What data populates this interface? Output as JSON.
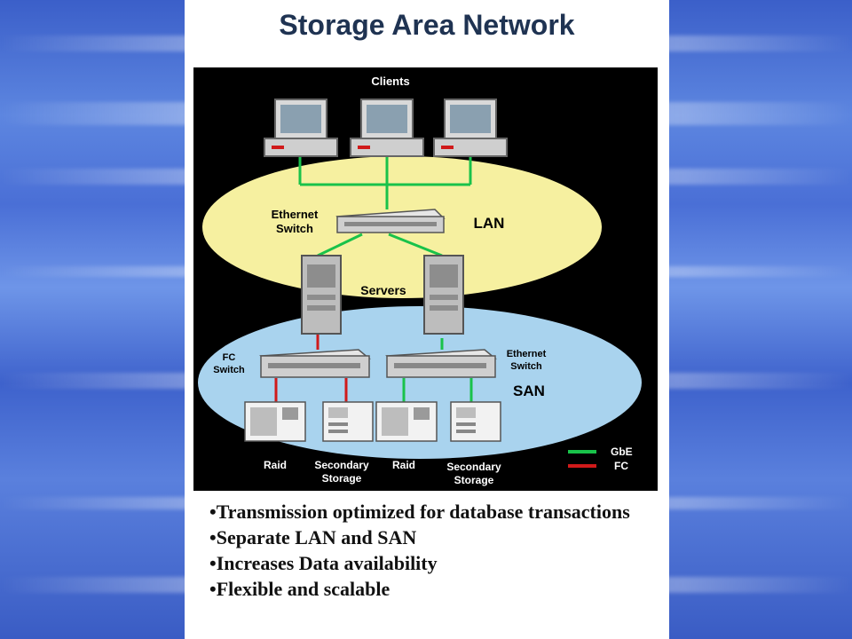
{
  "slide": {
    "title": "Storage Area Network",
    "bullets": [
      "•Transmission optimized for database transactions",
      "•Separate LAN and SAN",
      "•Increases Data availability",
      "•Flexible and scalable"
    ]
  },
  "diagram": {
    "labels": {
      "clients": "Clients",
      "ethernet_switch_lan_1": "Ethernet",
      "ethernet_switch_lan_2": "Switch",
      "lan": "LAN",
      "servers": "Servers",
      "fc_switch_1": "FC",
      "fc_switch_2": "Switch",
      "ethernet_switch_san_1": "Ethernet",
      "ethernet_switch_san_2": "Switch",
      "san": "SAN",
      "raid_1": "Raid",
      "secondary_storage_1a": "Secondary",
      "secondary_storage_1b": "Storage",
      "raid_2": "Raid",
      "secondary_storage_2a": "Secondary",
      "secondary_storage_2b": "Storage"
    },
    "legend": [
      {
        "label": "GbE",
        "color": "#19c24a"
      },
      {
        "label": "FC",
        "color": "#d01a1a"
      }
    ],
    "colors": {
      "lan_cloud": "#f6f0a0",
      "san_cloud": "#a9d3ee",
      "gbe_link": "#19c24a",
      "fc_link": "#d01a1a"
    }
  }
}
